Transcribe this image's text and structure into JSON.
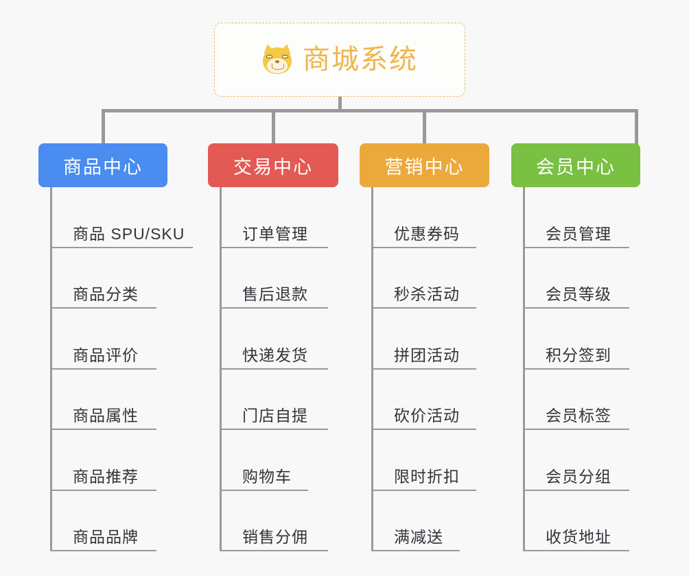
{
  "diagram": {
    "type": "mind-map",
    "background_color": "#f8f8f8",
    "root": {
      "title": "商城系统",
      "icon": "shiba-inu-emoji",
      "border_color": "#e8bb6b",
      "text_color": "#f0b64a"
    },
    "connector_color": "#999999",
    "branches": [
      {
        "id": "product-center",
        "label": "商品中心",
        "color": "#4a8cf0",
        "items": [
          "商品 SPU/SKU",
          "商品分类",
          "商品评价",
          "商品属性",
          "商品推荐",
          "商品品牌"
        ]
      },
      {
        "id": "trade-center",
        "label": "交易中心",
        "color": "#e35a55",
        "items": [
          "订单管理",
          "售后退款",
          "快递发货",
          "门店自提",
          "购物车",
          "销售分佣"
        ]
      },
      {
        "id": "marketing-center",
        "label": "营销中心",
        "color": "#eba93c",
        "items": [
          "优惠券码",
          "秒杀活动",
          "拼团活动",
          "砍价活动",
          "限时折扣",
          "满减送"
        ]
      },
      {
        "id": "member-center",
        "label": "会员中心",
        "color": "#79c043",
        "items": [
          "会员管理",
          "会员等级",
          "积分签到",
          "会员标签",
          "会员分组",
          "收货地址"
        ]
      }
    ]
  }
}
